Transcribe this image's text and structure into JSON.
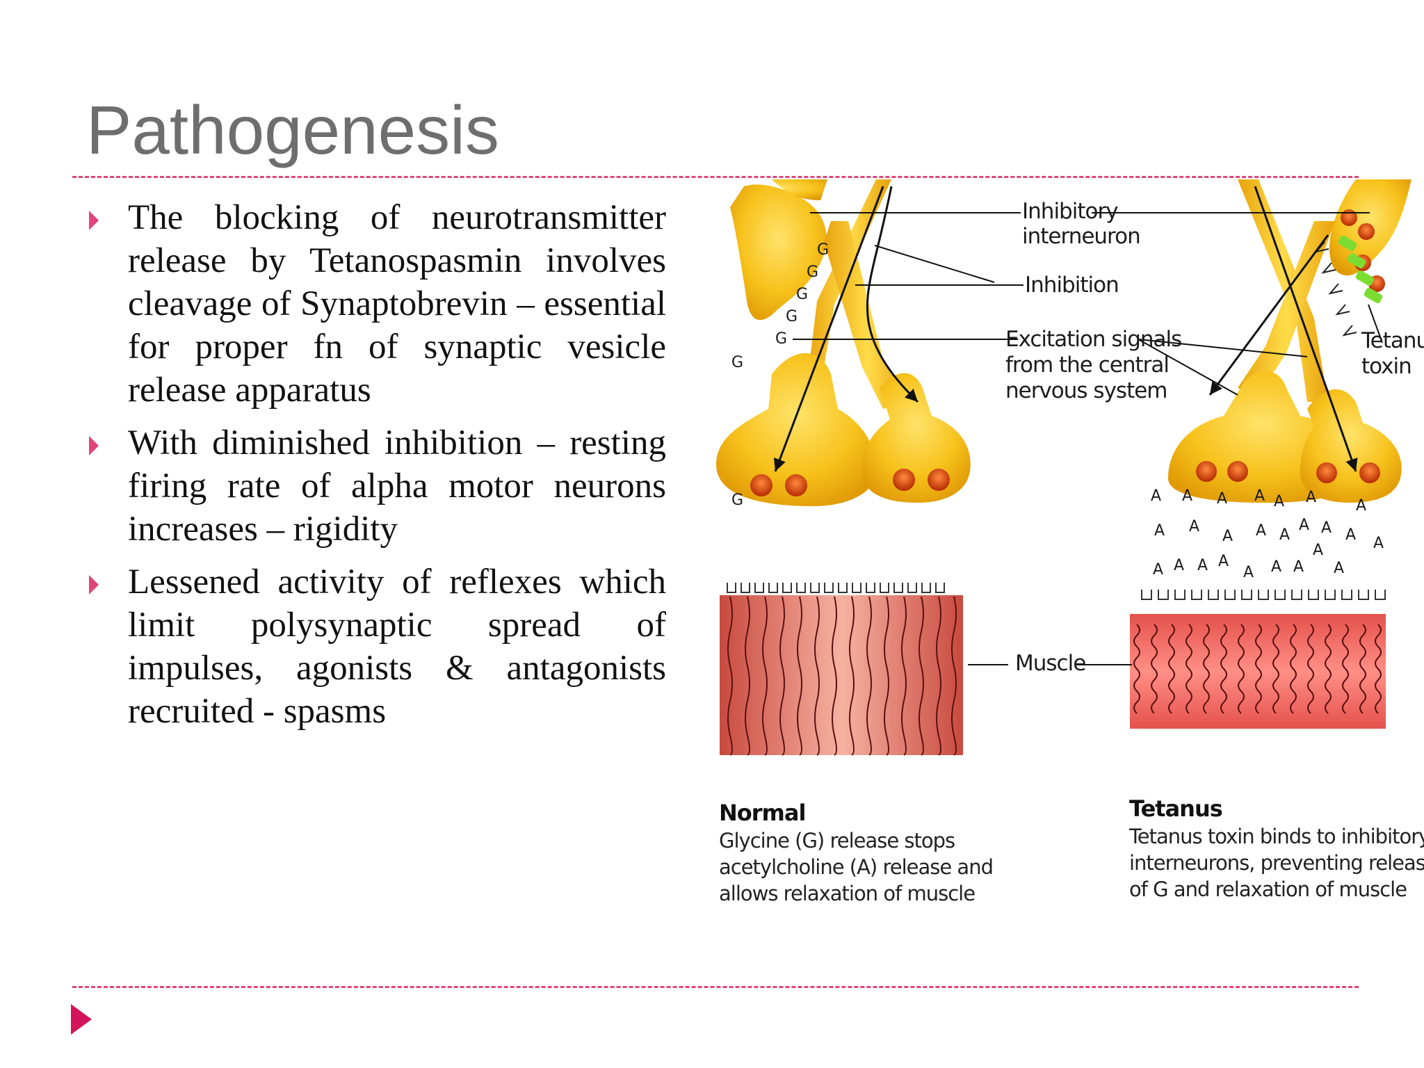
{
  "slide": {
    "title": "Pathogenesis",
    "bullets": [
      "The blocking of neurotransmitter release by Tetanospasmin involves cleavage of Synaptobrevin – essential for proper fn of synaptic vesicle release apparatus",
      "With diminished inhibition – resting firing rate of alpha motor neurons increases – rigidity",
      "Lessened activity of reflexes which limit polysynaptic spread of impulses, agonists & antagonists recruited - spasms"
    ],
    "accent_color": "#e0457b"
  },
  "figure": {
    "labels": {
      "inhibitory_line1": "Inhibitory",
      "inhibitory_line2": "interneuron",
      "inhibition": "Inhibition",
      "excitation_line1": "Excitation signals",
      "excitation_line2": "from the central",
      "excitation_line3": "nervous system",
      "tetanus_toxin_line1": "Tetanus",
      "tetanus_toxin_line2": "toxin",
      "muscle": "Muscle"
    },
    "glyph_g": "G",
    "glyph_a": "A",
    "normal": {
      "heading": "Normal",
      "line1": "Glycine (G) release stops",
      "line2": "acetylcholine (A) release and",
      "line3": "allows relaxation of muscle"
    },
    "tetanus": {
      "heading": "Tetanus",
      "line1": "Tetanus toxin binds to inhibitory",
      "line2": "interneurons, preventing release",
      "line3": "of G and relaxation of muscle"
    }
  }
}
